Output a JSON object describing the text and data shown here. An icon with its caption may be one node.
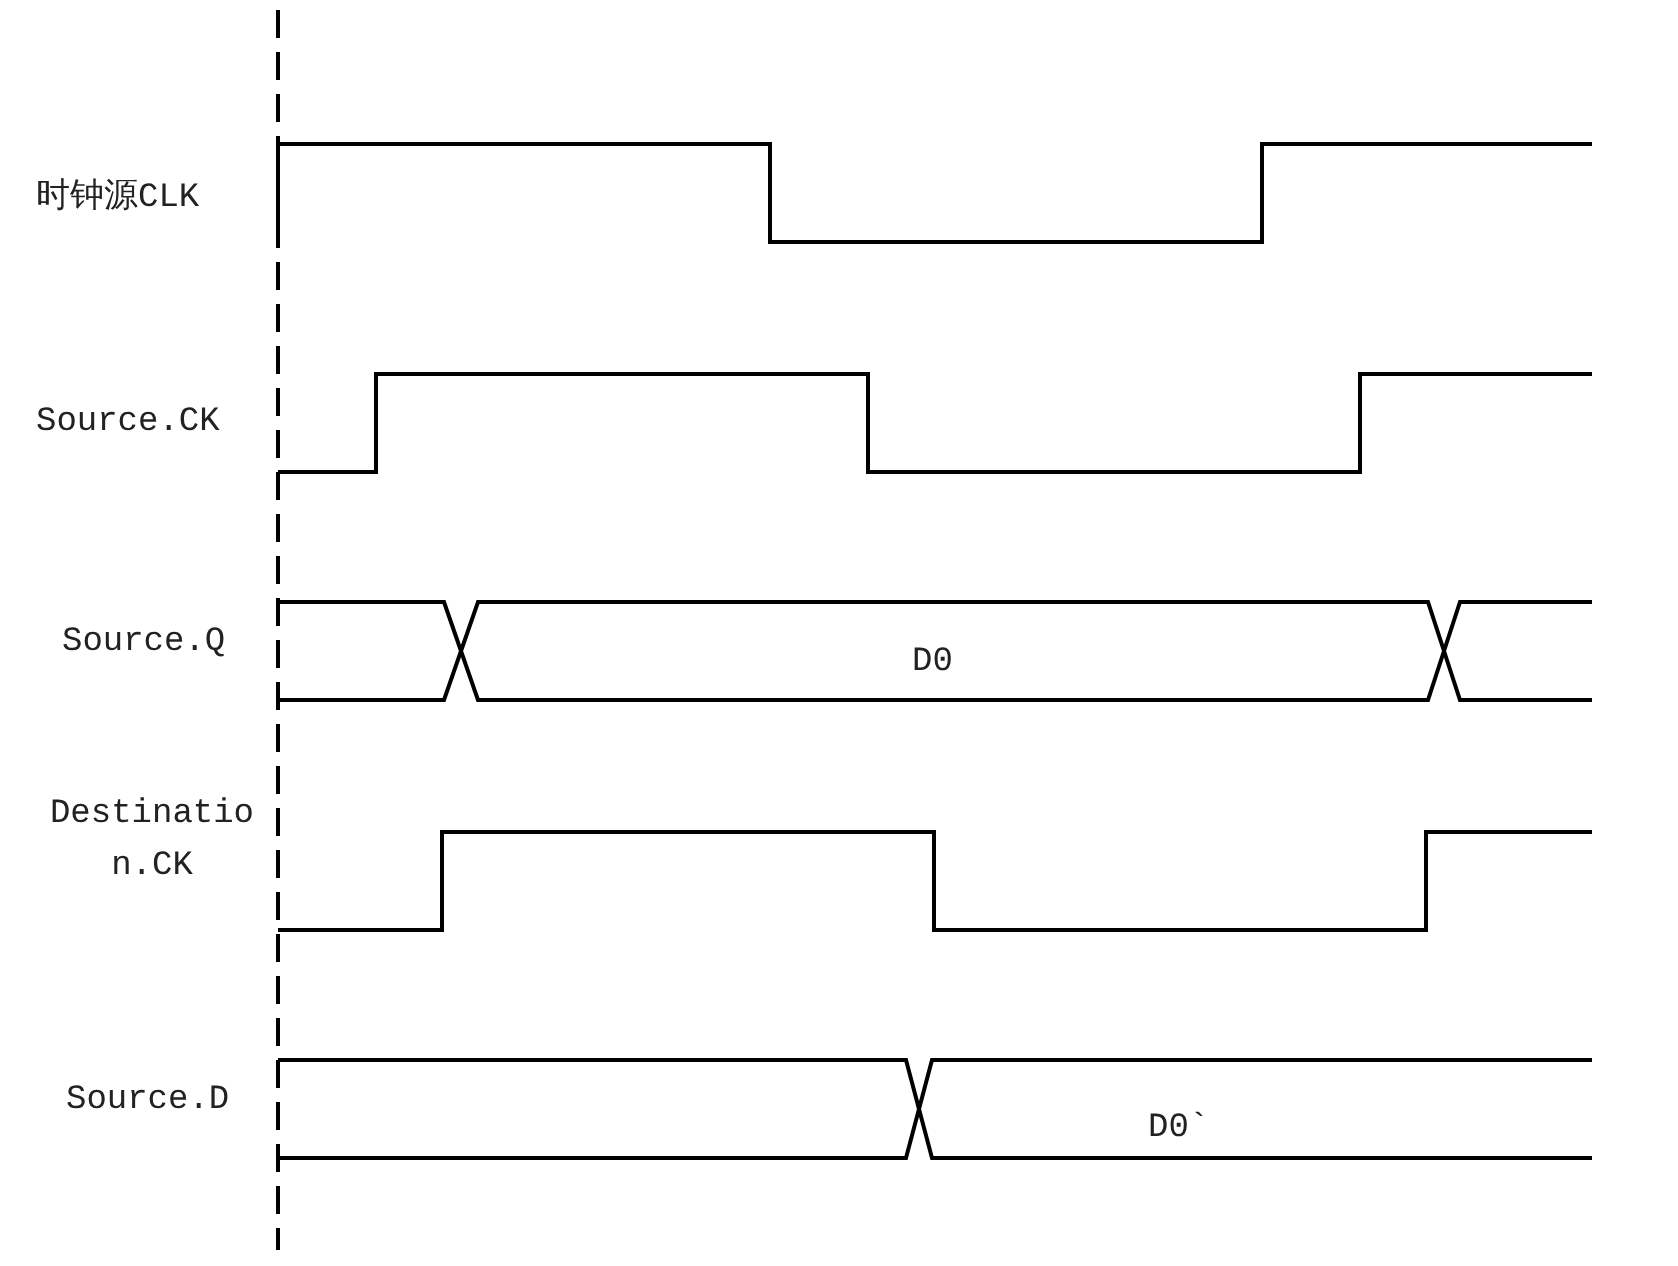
{
  "diagram": {
    "labels": [
      "时钟源CLK",
      "Source.CK",
      "Source.Q",
      "D0",
      "Destination.CK",
      "Source.D",
      "D0`"
    ]
  }
}
